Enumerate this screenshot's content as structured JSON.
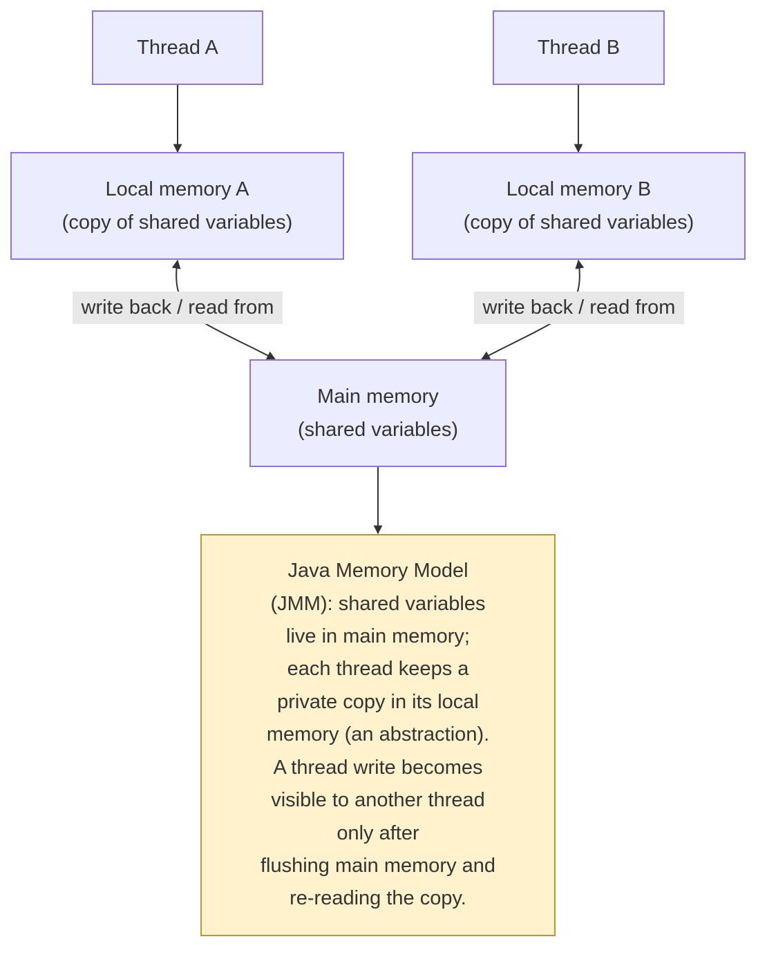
{
  "nodes": {
    "thread_a": {
      "label": "Thread A"
    },
    "thread_b": {
      "label": "Thread B"
    },
    "local_a": {
      "lines": [
        "Local memory A",
        "(copy of shared variables)"
      ]
    },
    "local_b": {
      "lines": [
        "Local memory B",
        "(copy of shared variables)"
      ]
    },
    "main": {
      "lines": [
        "Main memory",
        "(shared variables)"
      ]
    },
    "note": {
      "lines": [
        "Java Memory Model",
        "(JMM): shared variables",
        "live in main memory;",
        "each thread keeps a",
        "private copy in its local",
        "memory (an abstraction).",
        "A thread write becomes",
        "visible to another thread",
        "only after",
        "flushing main memory and",
        "re-reading the copy."
      ]
    }
  },
  "edges": {
    "local_a_main": {
      "label": "write back / read from"
    },
    "local_b_main": {
      "label": "write back / read from"
    }
  },
  "colors": {
    "node_fill": "#ececff",
    "node_border": "#9370db",
    "note_fill": "#fff2cc",
    "note_border": "#b8972e",
    "edge": "#333333",
    "edge_label_bg": "#e8e8e8"
  }
}
